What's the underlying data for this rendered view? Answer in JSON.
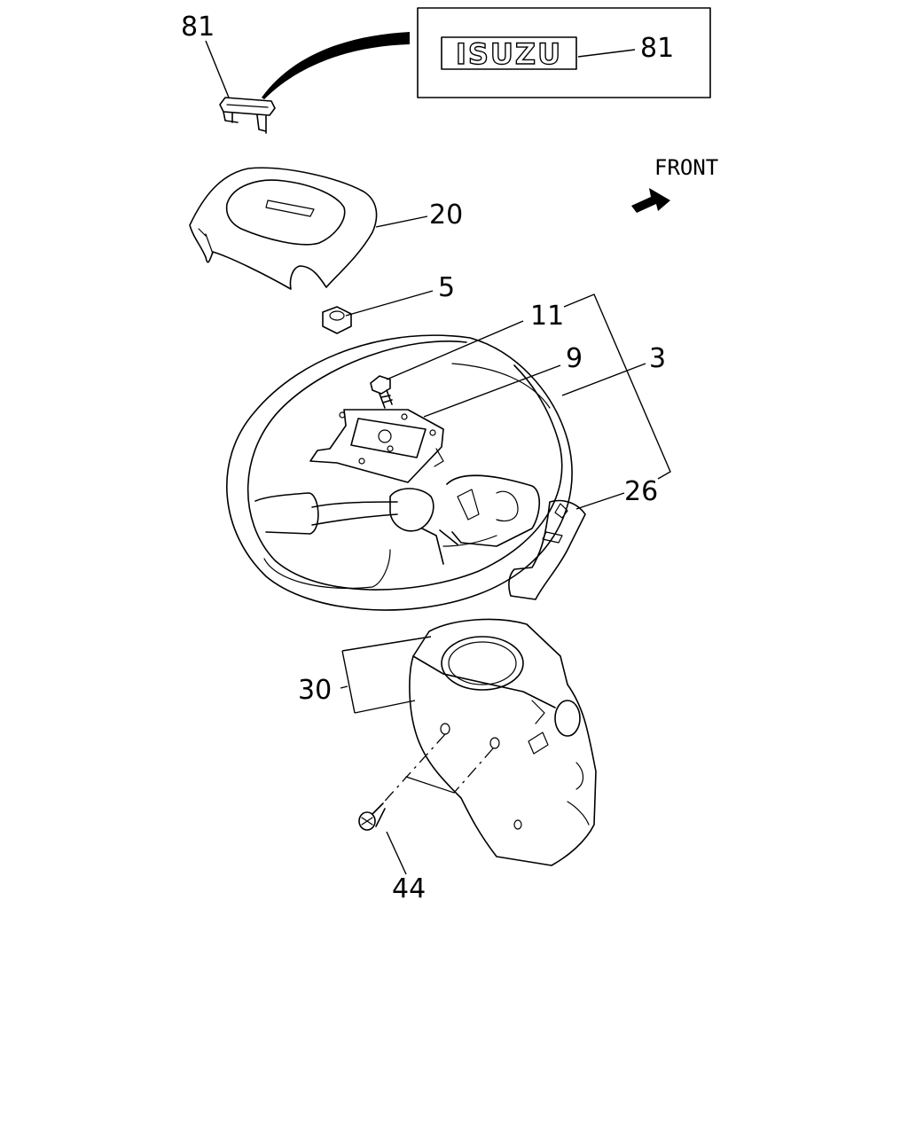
{
  "callouts": {
    "emblem_part": "81",
    "emblem_detail": "81",
    "horn_pad": "20",
    "nut": "5",
    "bolt": "11",
    "bracket": "9",
    "steering_wheel": "3",
    "wheel_assembly": "26",
    "column_cover": "30",
    "screw": "44"
  },
  "emblem_detail": {
    "logo_text": "ISUZU"
  },
  "direction": {
    "label": "FRONT",
    "icon": "front-arrow-icon"
  }
}
